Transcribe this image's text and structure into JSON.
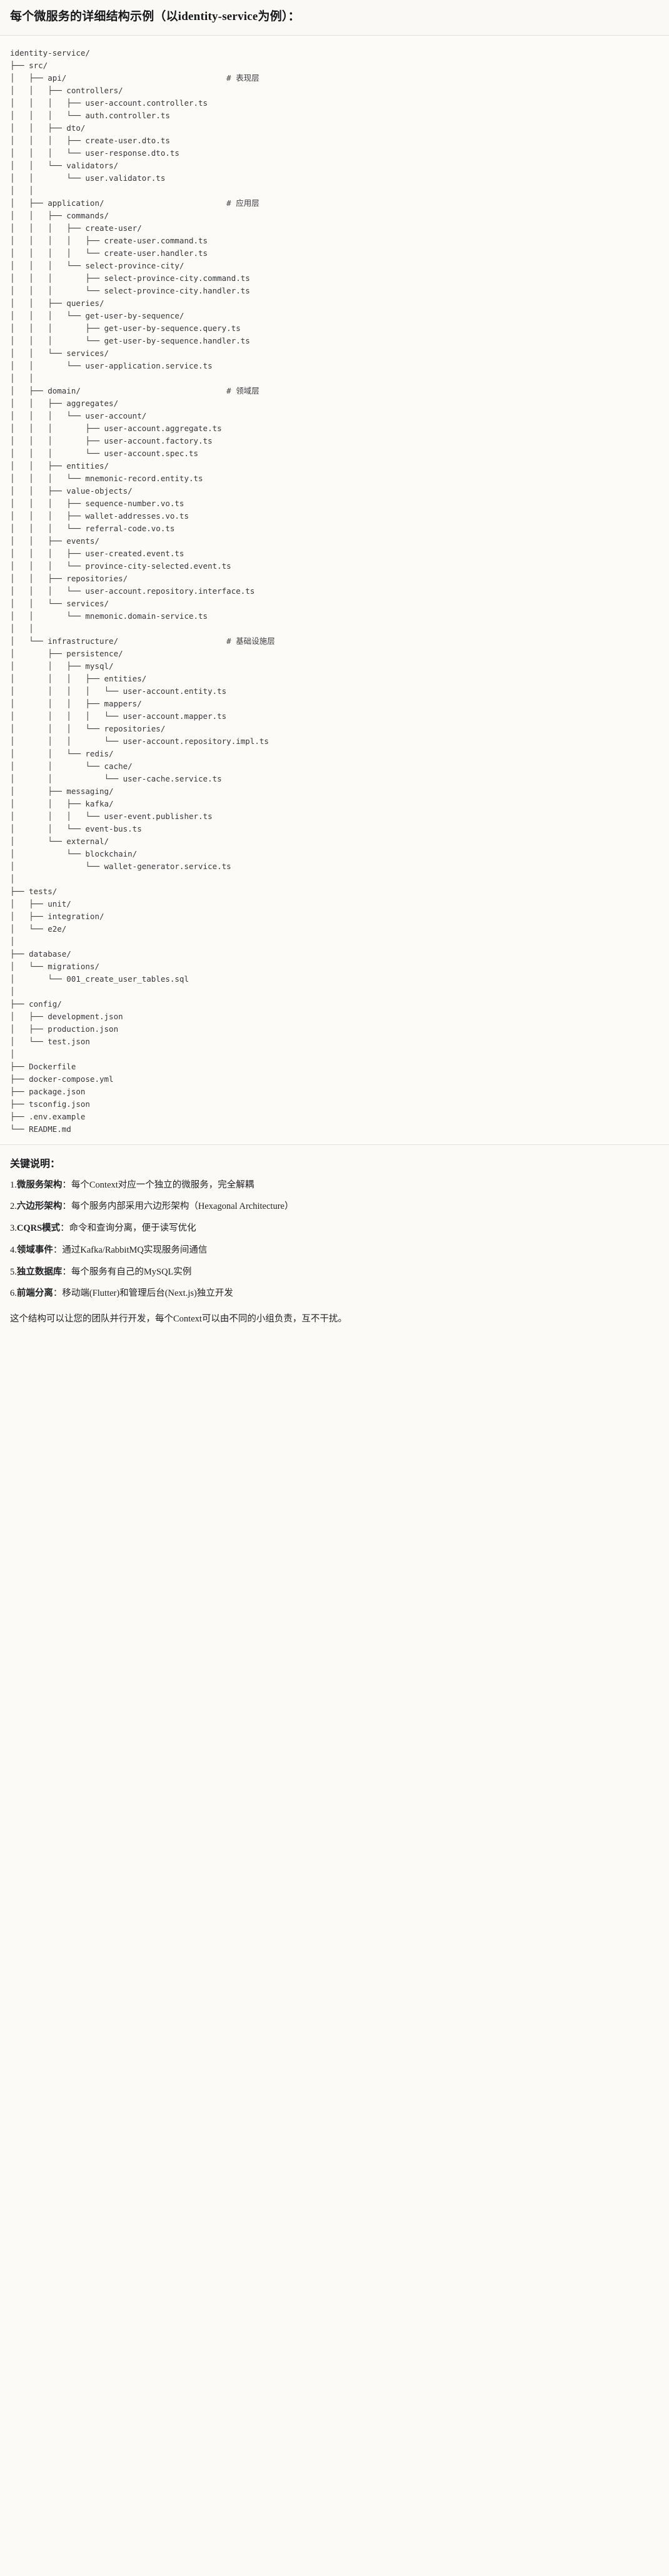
{
  "header": {
    "title": "每个微服务的详细结构示例（以identity-service为例）："
  },
  "tree": {
    "lines": [
      {
        "path": "identity-service/",
        "comment": ""
      },
      {
        "path": "├── src/",
        "comment": ""
      },
      {
        "path": "│   ├── api/",
        "comment": "# 表现层"
      },
      {
        "path": "│   │   ├── controllers/",
        "comment": ""
      },
      {
        "path": "│   │   │   ├── user-account.controller.ts",
        "comment": ""
      },
      {
        "path": "│   │   │   └── auth.controller.ts",
        "comment": ""
      },
      {
        "path": "│   │   ├── dto/",
        "comment": ""
      },
      {
        "path": "│   │   │   ├── create-user.dto.ts",
        "comment": ""
      },
      {
        "path": "│   │   │   └── user-response.dto.ts",
        "comment": ""
      },
      {
        "path": "│   │   └── validators/",
        "comment": ""
      },
      {
        "path": "│   │       └── user.validator.ts",
        "comment": ""
      },
      {
        "path": "│   │",
        "comment": ""
      },
      {
        "path": "│   ├── application/",
        "comment": "# 应用层"
      },
      {
        "path": "│   │   ├── commands/",
        "comment": ""
      },
      {
        "path": "│   │   │   ├── create-user/",
        "comment": ""
      },
      {
        "path": "│   │   │   │   ├── create-user.command.ts",
        "comment": ""
      },
      {
        "path": "│   │   │   │   └── create-user.handler.ts",
        "comment": ""
      },
      {
        "path": "│   │   │   └── select-province-city/",
        "comment": ""
      },
      {
        "path": "│   │   │       ├── select-province-city.command.ts",
        "comment": ""
      },
      {
        "path": "│   │   │       └── select-province-city.handler.ts",
        "comment": ""
      },
      {
        "path": "│   │   ├── queries/",
        "comment": ""
      },
      {
        "path": "│   │   │   └── get-user-by-sequence/",
        "comment": ""
      },
      {
        "path": "│   │   │       ├── get-user-by-sequence.query.ts",
        "comment": ""
      },
      {
        "path": "│   │   │       └── get-user-by-sequence.handler.ts",
        "comment": ""
      },
      {
        "path": "│   │   └── services/",
        "comment": ""
      },
      {
        "path": "│   │       └── user-application.service.ts",
        "comment": ""
      },
      {
        "path": "│   │",
        "comment": ""
      },
      {
        "path": "│   ├── domain/",
        "comment": "# 领域层"
      },
      {
        "path": "│   │   ├── aggregates/",
        "comment": ""
      },
      {
        "path": "│   │   │   └── user-account/",
        "comment": ""
      },
      {
        "path": "│   │   │       ├── user-account.aggregate.ts",
        "comment": ""
      },
      {
        "path": "│   │   │       ├── user-account.factory.ts",
        "comment": ""
      },
      {
        "path": "│   │   │       └── user-account.spec.ts",
        "comment": ""
      },
      {
        "path": "│   │   ├── entities/",
        "comment": ""
      },
      {
        "path": "│   │   │   └── mnemonic-record.entity.ts",
        "comment": ""
      },
      {
        "path": "│   │   ├── value-objects/",
        "comment": ""
      },
      {
        "path": "│   │   │   ├── sequence-number.vo.ts",
        "comment": ""
      },
      {
        "path": "│   │   │   ├── wallet-addresses.vo.ts",
        "comment": ""
      },
      {
        "path": "│   │   │   └── referral-code.vo.ts",
        "comment": ""
      },
      {
        "path": "│   │   ├── events/",
        "comment": ""
      },
      {
        "path": "│   │   │   ├── user-created.event.ts",
        "comment": ""
      },
      {
        "path": "│   │   │   └── province-city-selected.event.ts",
        "comment": ""
      },
      {
        "path": "│   │   ├── repositories/",
        "comment": ""
      },
      {
        "path": "│   │   │   └── user-account.repository.interface.ts",
        "comment": ""
      },
      {
        "path": "│   │   └── services/",
        "comment": ""
      },
      {
        "path": "│   │       └── mnemonic.domain-service.ts",
        "comment": ""
      },
      {
        "path": "│   │",
        "comment": ""
      },
      {
        "path": "│   └── infrastructure/",
        "comment": "# 基础设施层"
      },
      {
        "path": "│       ├── persistence/",
        "comment": ""
      },
      {
        "path": "│       │   ├── mysql/",
        "comment": ""
      },
      {
        "path": "│       │   │   ├── entities/",
        "comment": ""
      },
      {
        "path": "│       │   │   │   └── user-account.entity.ts",
        "comment": ""
      },
      {
        "path": "│       │   │   ├── mappers/",
        "comment": ""
      },
      {
        "path": "│       │   │   │   └── user-account.mapper.ts",
        "comment": ""
      },
      {
        "path": "│       │   │   └── repositories/",
        "comment": ""
      },
      {
        "path": "│       │   │       └── user-account.repository.impl.ts",
        "comment": ""
      },
      {
        "path": "│       │   └── redis/",
        "comment": ""
      },
      {
        "path": "│       │       └── cache/",
        "comment": ""
      },
      {
        "path": "│       │           └── user-cache.service.ts",
        "comment": ""
      },
      {
        "path": "│       ├── messaging/",
        "comment": ""
      },
      {
        "path": "│       │   ├── kafka/",
        "comment": ""
      },
      {
        "path": "│       │   │   └── user-event.publisher.ts",
        "comment": ""
      },
      {
        "path": "│       │   └── event-bus.ts",
        "comment": ""
      },
      {
        "path": "│       └── external/",
        "comment": ""
      },
      {
        "path": "│           └── blockchain/",
        "comment": ""
      },
      {
        "path": "│               └── wallet-generator.service.ts",
        "comment": ""
      },
      {
        "path": "│",
        "comment": ""
      },
      {
        "path": "├── tests/",
        "comment": ""
      },
      {
        "path": "│   ├── unit/",
        "comment": ""
      },
      {
        "path": "│   ├── integration/",
        "comment": ""
      },
      {
        "path": "│   └── e2e/",
        "comment": ""
      },
      {
        "path": "│",
        "comment": ""
      },
      {
        "path": "├── database/",
        "comment": ""
      },
      {
        "path": "│   └── migrations/",
        "comment": ""
      },
      {
        "path": "│       └── 001_create_user_tables.sql",
        "comment": ""
      },
      {
        "path": "│",
        "comment": ""
      },
      {
        "path": "├── config/",
        "comment": ""
      },
      {
        "path": "│   ├── development.json",
        "comment": ""
      },
      {
        "path": "│   ├── production.json",
        "comment": ""
      },
      {
        "path": "│   └── test.json",
        "comment": ""
      },
      {
        "path": "│",
        "comment": ""
      },
      {
        "path": "├── Dockerfile",
        "comment": ""
      },
      {
        "path": "├── docker-compose.yml",
        "comment": ""
      },
      {
        "path": "├── package.json",
        "comment": ""
      },
      {
        "path": "├── tsconfig.json",
        "comment": ""
      },
      {
        "path": "├── .env.example",
        "comment": ""
      },
      {
        "path": "└── README.md",
        "comment": ""
      }
    ]
  },
  "notes": {
    "title": "关键说明：",
    "items": [
      {
        "num": "1.",
        "term": "微服务架构",
        "sep": "：",
        "desc": "每个Context对应一个独立的微服务，完全解耦"
      },
      {
        "num": "2.",
        "term": "六边形架构",
        "sep": "：",
        "desc": "每个服务内部采用六边形架构（Hexagonal Architecture）"
      },
      {
        "num": "3.",
        "term": "CQRS模式",
        "sep": "：",
        "desc": "命令和查询分离，便于读写优化"
      },
      {
        "num": "4.",
        "term": "领域事件",
        "sep": "：",
        "desc": "通过Kafka/RabbitMQ实现服务间通信"
      },
      {
        "num": "5.",
        "term": "独立数据库",
        "sep": "：",
        "desc": "每个服务有自己的MySQL实例"
      },
      {
        "num": "6.",
        "term": "前端分离",
        "sep": "：",
        "desc": "移动端(Flutter)和管理后台(Next.js)独立开发"
      }
    ],
    "closing": "这个结构可以让您的团队并行开发，每个Context可以由不同的小组负责，互不干扰。"
  },
  "colors": {
    "page_bg": "#fbfaf7",
    "tree_bg": "#fcfbf8",
    "text": "#1f2023",
    "mono_text": "#34363b",
    "divider": "#e3e1da"
  }
}
